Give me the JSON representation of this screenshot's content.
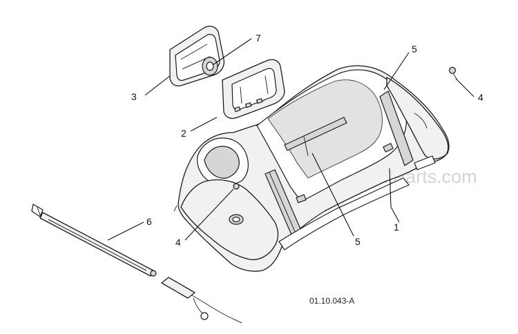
{
  "diagram": {
    "drawing_code": "01.10.043-A",
    "watermark": "ReplacementParts.com",
    "callouts": [
      {
        "id": "c1",
        "label": "1"
      },
      {
        "id": "c2",
        "label": "2"
      },
      {
        "id": "c3",
        "label": "3"
      },
      {
        "id": "c4a",
        "label": "4"
      },
      {
        "id": "c4b",
        "label": "4"
      },
      {
        "id": "c5a",
        "label": "5"
      },
      {
        "id": "c5b",
        "label": "5"
      },
      {
        "id": "c6",
        "label": "6"
      },
      {
        "id": "c7",
        "label": "7"
      }
    ]
  }
}
